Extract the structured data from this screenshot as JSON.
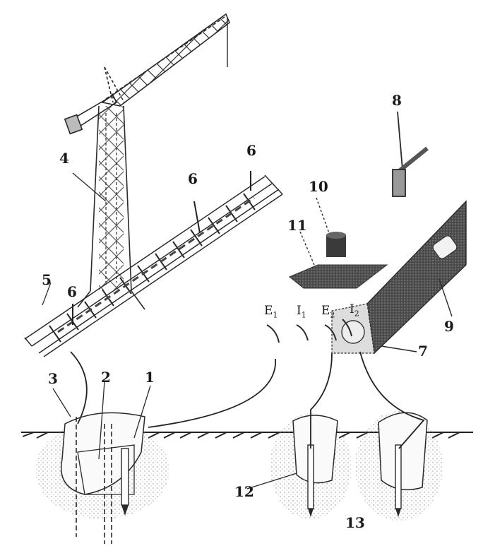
{
  "figure": {
    "labels": {
      "n1": "1",
      "n2": "2",
      "n3": "3",
      "n4": "4",
      "n5": "5",
      "n6a": "6",
      "n6b": "6",
      "n6c": "6",
      "n7": "7",
      "n8": "8",
      "n9": "9",
      "n10": "10",
      "n11": "11",
      "n12": "12",
      "n13": "13"
    },
    "terminals": {
      "e1": "E",
      "e1_sub": "1",
      "i1": "I",
      "i1_sub": "1",
      "e2": "E",
      "e2_sub": "2",
      "i2": "I",
      "i2_sub": "2"
    },
    "colors": {
      "ink": "#2a2a2a",
      "dark_fill": "#5a5a5a",
      "stipple": "#6a6a6a",
      "paper": "#ffffff"
    }
  }
}
